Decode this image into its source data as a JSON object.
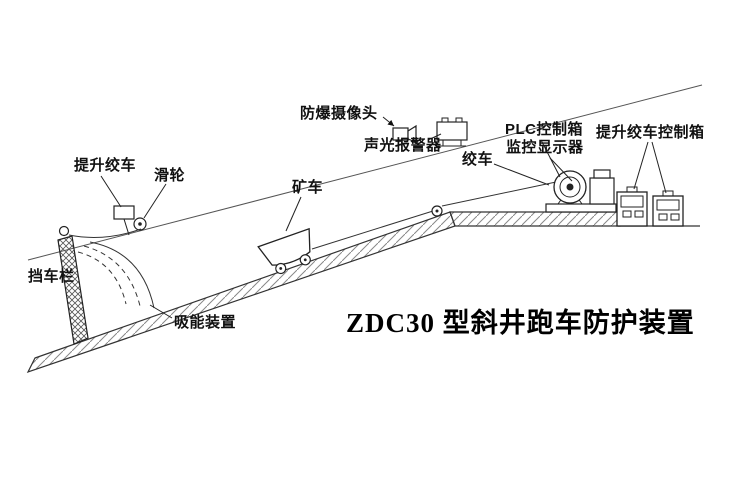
{
  "title": "ZDC30 型斜井跑车防护装置",
  "labels": {
    "explosion_proof_camera": "防爆摄像头",
    "sound_light_alarm": "声光报警器",
    "plc_control_box": "PLC控制箱",
    "monitor_display": "监控显示器",
    "hoist_winch_control_box": "提升绞车控制箱",
    "hoist_winch": "提升绞车",
    "pulley": "滑轮",
    "mine_car": "矿车",
    "winch": "绞车",
    "car_stop_barrier": "挡车栏",
    "energy_absorber": "吸能装置"
  }
}
